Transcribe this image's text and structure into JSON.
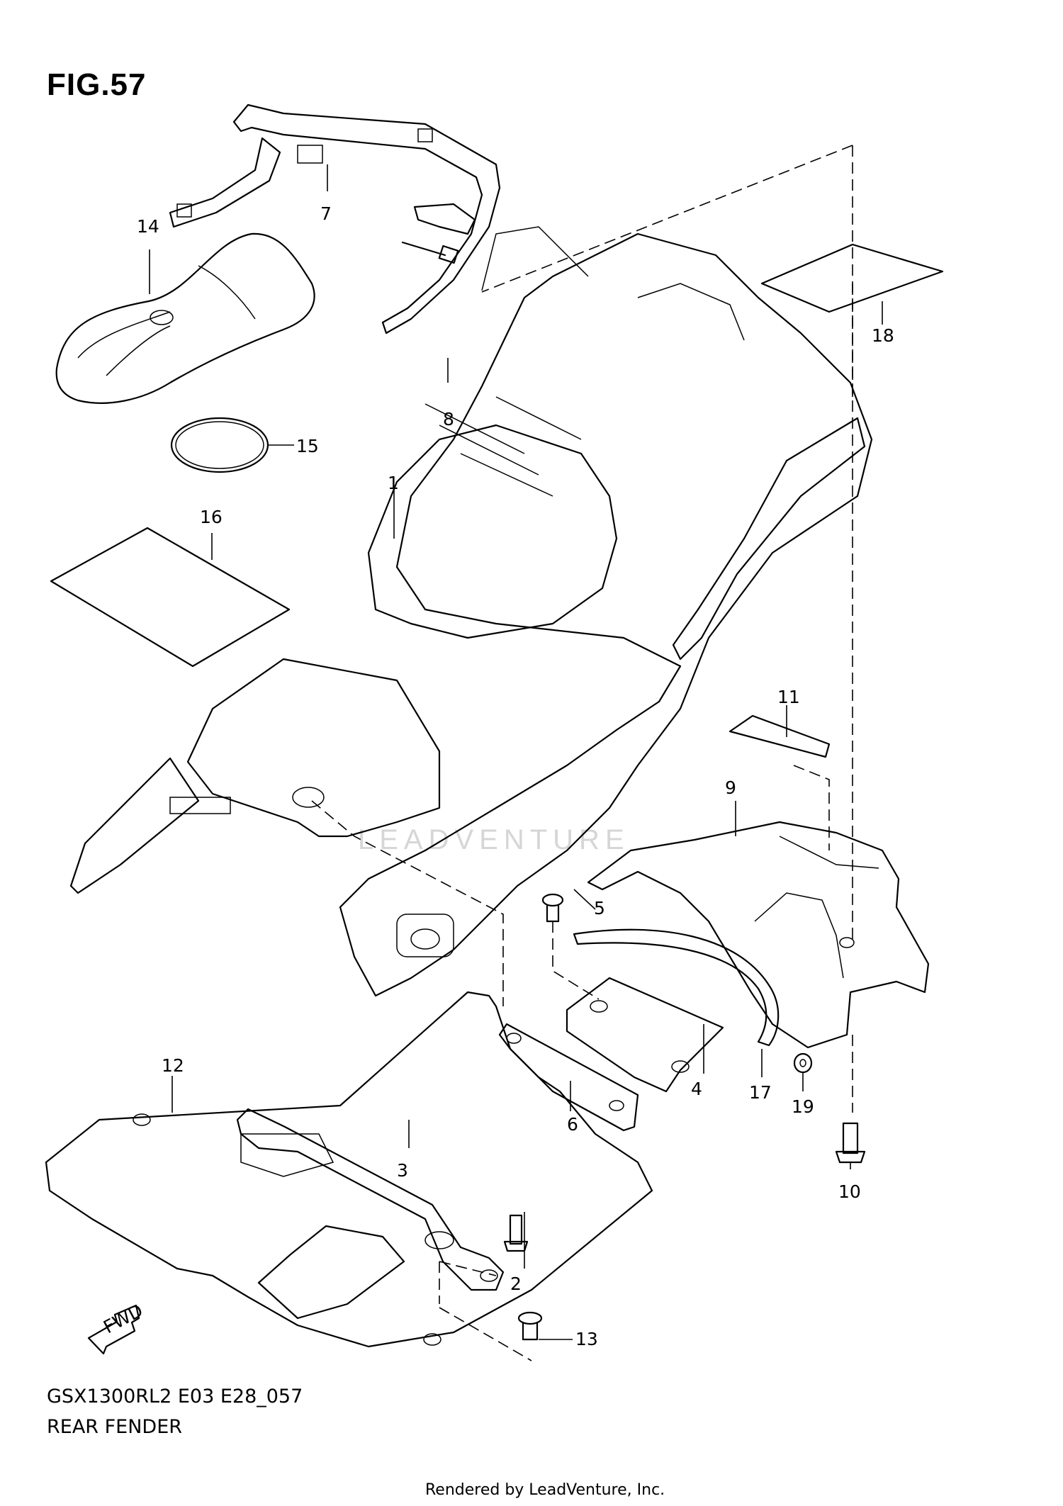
{
  "figure": {
    "title": "FIG.57"
  },
  "footer": {
    "model_code": "GSX1300RL2 E03 E28_057",
    "diagram_name": "REAR FENDER",
    "credit": "Rendered by LeadVenture, Inc."
  },
  "watermark": "LEADVENTURE",
  "fwd_label": "FWD",
  "callouts": [
    "1",
    "2",
    "3",
    "4",
    "5",
    "6",
    "7",
    "8",
    "9",
    "10",
    "11",
    "12",
    "13",
    "14",
    "15",
    "16",
    "17",
    "18",
    "19"
  ]
}
